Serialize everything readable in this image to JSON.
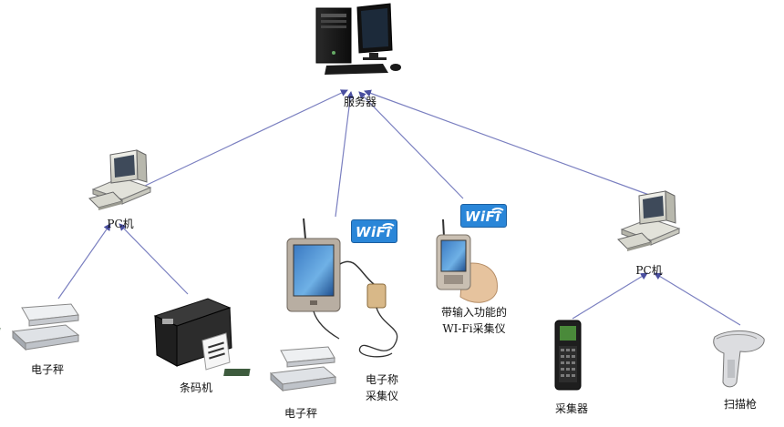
{
  "nodes": {
    "server": "服务器",
    "pc_left": "PC机",
    "pc_right": "PC机",
    "scale_left": "电子秤",
    "label_printer": "条码机",
    "scale_bottom": "电子秤",
    "scale_collector_line1": "电子称",
    "scale_collector_line2": "采集仪",
    "wifi_collector_line1": "带输入功能的",
    "wifi_collector_line2": "WI-Fi采集仪",
    "handheld_collector": "采集器",
    "scanner": "扫描枪"
  },
  "badges": {
    "wifi_1": "WiFi",
    "wifi_2": "WiFi"
  },
  "colors": {
    "link_line": "#7a7fc0",
    "arrow": "#4a4fa0",
    "wifi_badge": "#2a86d8"
  },
  "icons": [
    "server-computer-icon",
    "desktop-pc-icon",
    "electronic-scale-icon",
    "barcode-printer-icon",
    "tablet-collector-icon",
    "handheld-wifi-collector-icon",
    "handheld-scanner-terminal-icon",
    "barcode-scanner-gun-icon",
    "wifi-badge-icon"
  ]
}
